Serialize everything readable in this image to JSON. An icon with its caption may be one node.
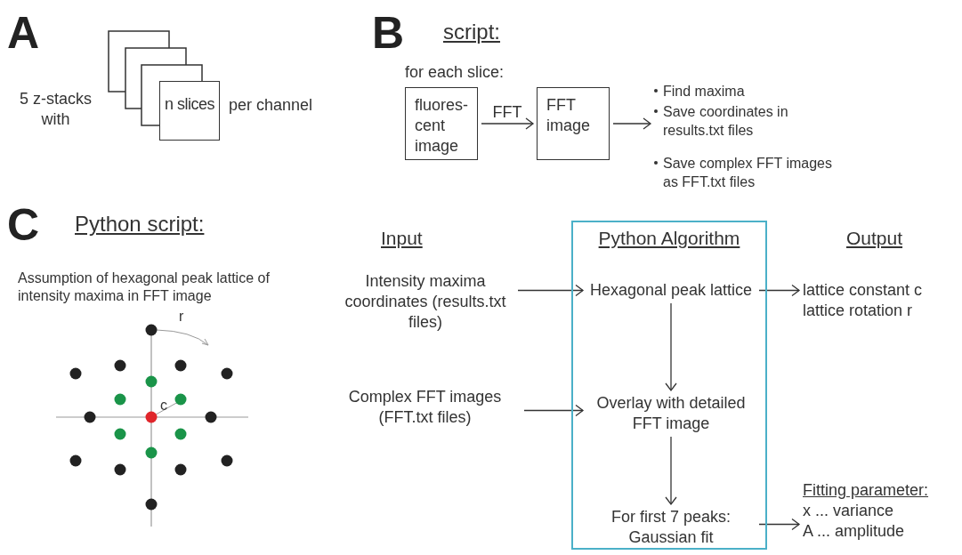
{
  "diagram": {
    "nodes": [
      {
        "text": [
          "n slices"
        ]
      },
      {
        "text": [
          "fluores- cent image"
        ]
      },
      {
        "text": [
          "FFT image"
        ]
      },
      {
        "text": [
          "Find maxima",
          "Save coordinates in results.txt files",
          "Save complex FFT images as FFT.txt files"
        ]
      },
      {
        "text": [
          "Intensity maxima coordinates (results.txt files)"
        ]
      },
      {
        "text": [
          "Python Algorithm"
        ]
      },
      {
        "text": [
          "Hexagonal peak lattice"
        ],
        "in": 5
      },
      {
        "text": [
          "lattice constant c",
          "lattice rotation r"
        ]
      },
      {
        "text": [
          "Complex FFT images (FFT.txt files)"
        ]
      },
      {
        "text": [
          "Overlay with detailed FFT image"
        ],
        "in": 5
      },
      {
        "text": [
          "For first 7 peaks: Gaussian fit"
        ],
        "in": 5
      },
      {
        "text": [
          "Fitting parameter:",
          "x ... variance",
          "A ... amplitude"
        ]
      }
    ],
    "edges": [
      {
        "from": 1,
        "to": 2,
        "arrow": "to",
        "label": "FFT"
      },
      {
        "from": 2,
        "to": 3,
        "arrow": "to"
      },
      {
        "from": 4,
        "to": 6,
        "arrow": "to"
      },
      {
        "from": 6,
        "to": 7,
        "arrow": "to"
      },
      {
        "from": 6,
        "to": 9,
        "arrow": "to"
      },
      {
        "from": 8,
        "to": 9,
        "arrow": "to"
      },
      {
        "from": 9,
        "to": 10,
        "arrow": "to"
      },
      {
        "from": 10,
        "to": 11,
        "arrow": "to"
      }
    ],
    "labels": [
      "A",
      "5 z-stacks with",
      "per channel",
      "B",
      "script:",
      "for each slice:",
      "C",
      "Python script:",
      "Assumption of hexagonal peak lattice of intensity maxima in FFT image",
      "Input",
      "Output",
      "r",
      "c"
    ]
  }
}
